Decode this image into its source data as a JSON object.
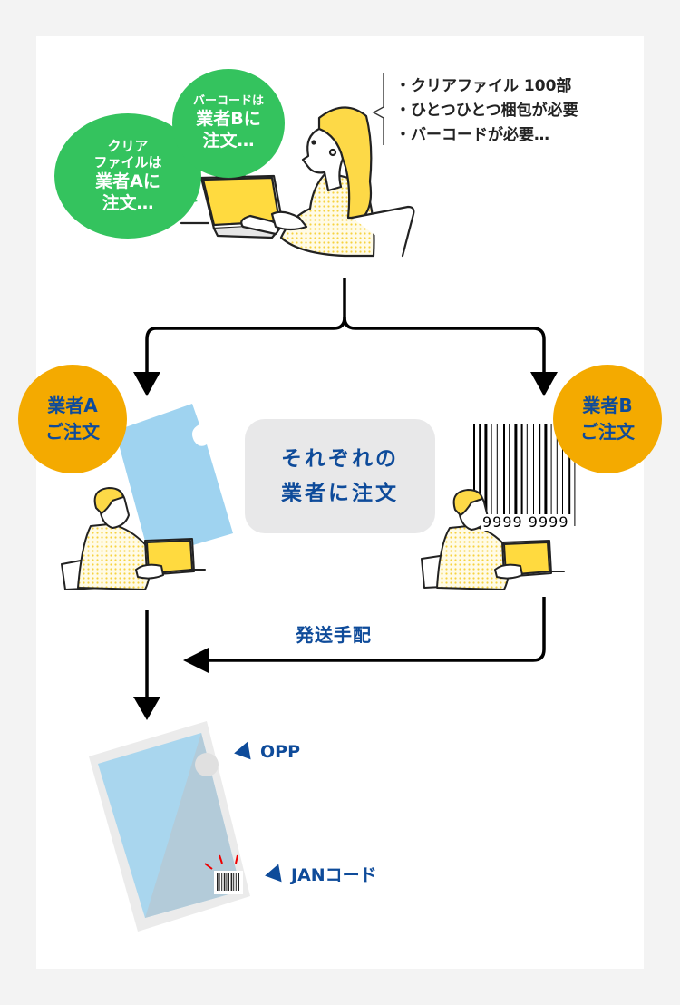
{
  "colors": {
    "page_bg": "#f3f3f3",
    "panel_bg": "#ffffff",
    "bubble_green": "#34c35e",
    "badge_orange": "#f4aa00",
    "text_blue": "#0e4b9a",
    "file_blue": "#9fd3f0",
    "laptop_screen": "#ffda3f",
    "center_box_bg": "#e8e8e9"
  },
  "top_scene": {
    "bubble_a": [
      "クリア",
      "ファイルは",
      "業者Aに",
      "注文…"
    ],
    "bubble_b": [
      "バーコードは",
      "業者Bに",
      "注文…"
    ],
    "requirements": [
      "・クリアファイル 100部",
      "・ひとつひとつ梱包が必要",
      "・バーコードが必要…"
    ]
  },
  "vendor_a": {
    "badge": [
      "業者A",
      "ご注文"
    ]
  },
  "vendor_b": {
    "badge": [
      "業者B",
      "ご注文"
    ],
    "barcode_number": "9999 9999"
  },
  "center_box": [
    "それぞれの",
    "業者に注文"
  ],
  "shipping_label": "発送手配",
  "product_labels": {
    "opp": "OPP",
    "jan": "JANコード"
  }
}
